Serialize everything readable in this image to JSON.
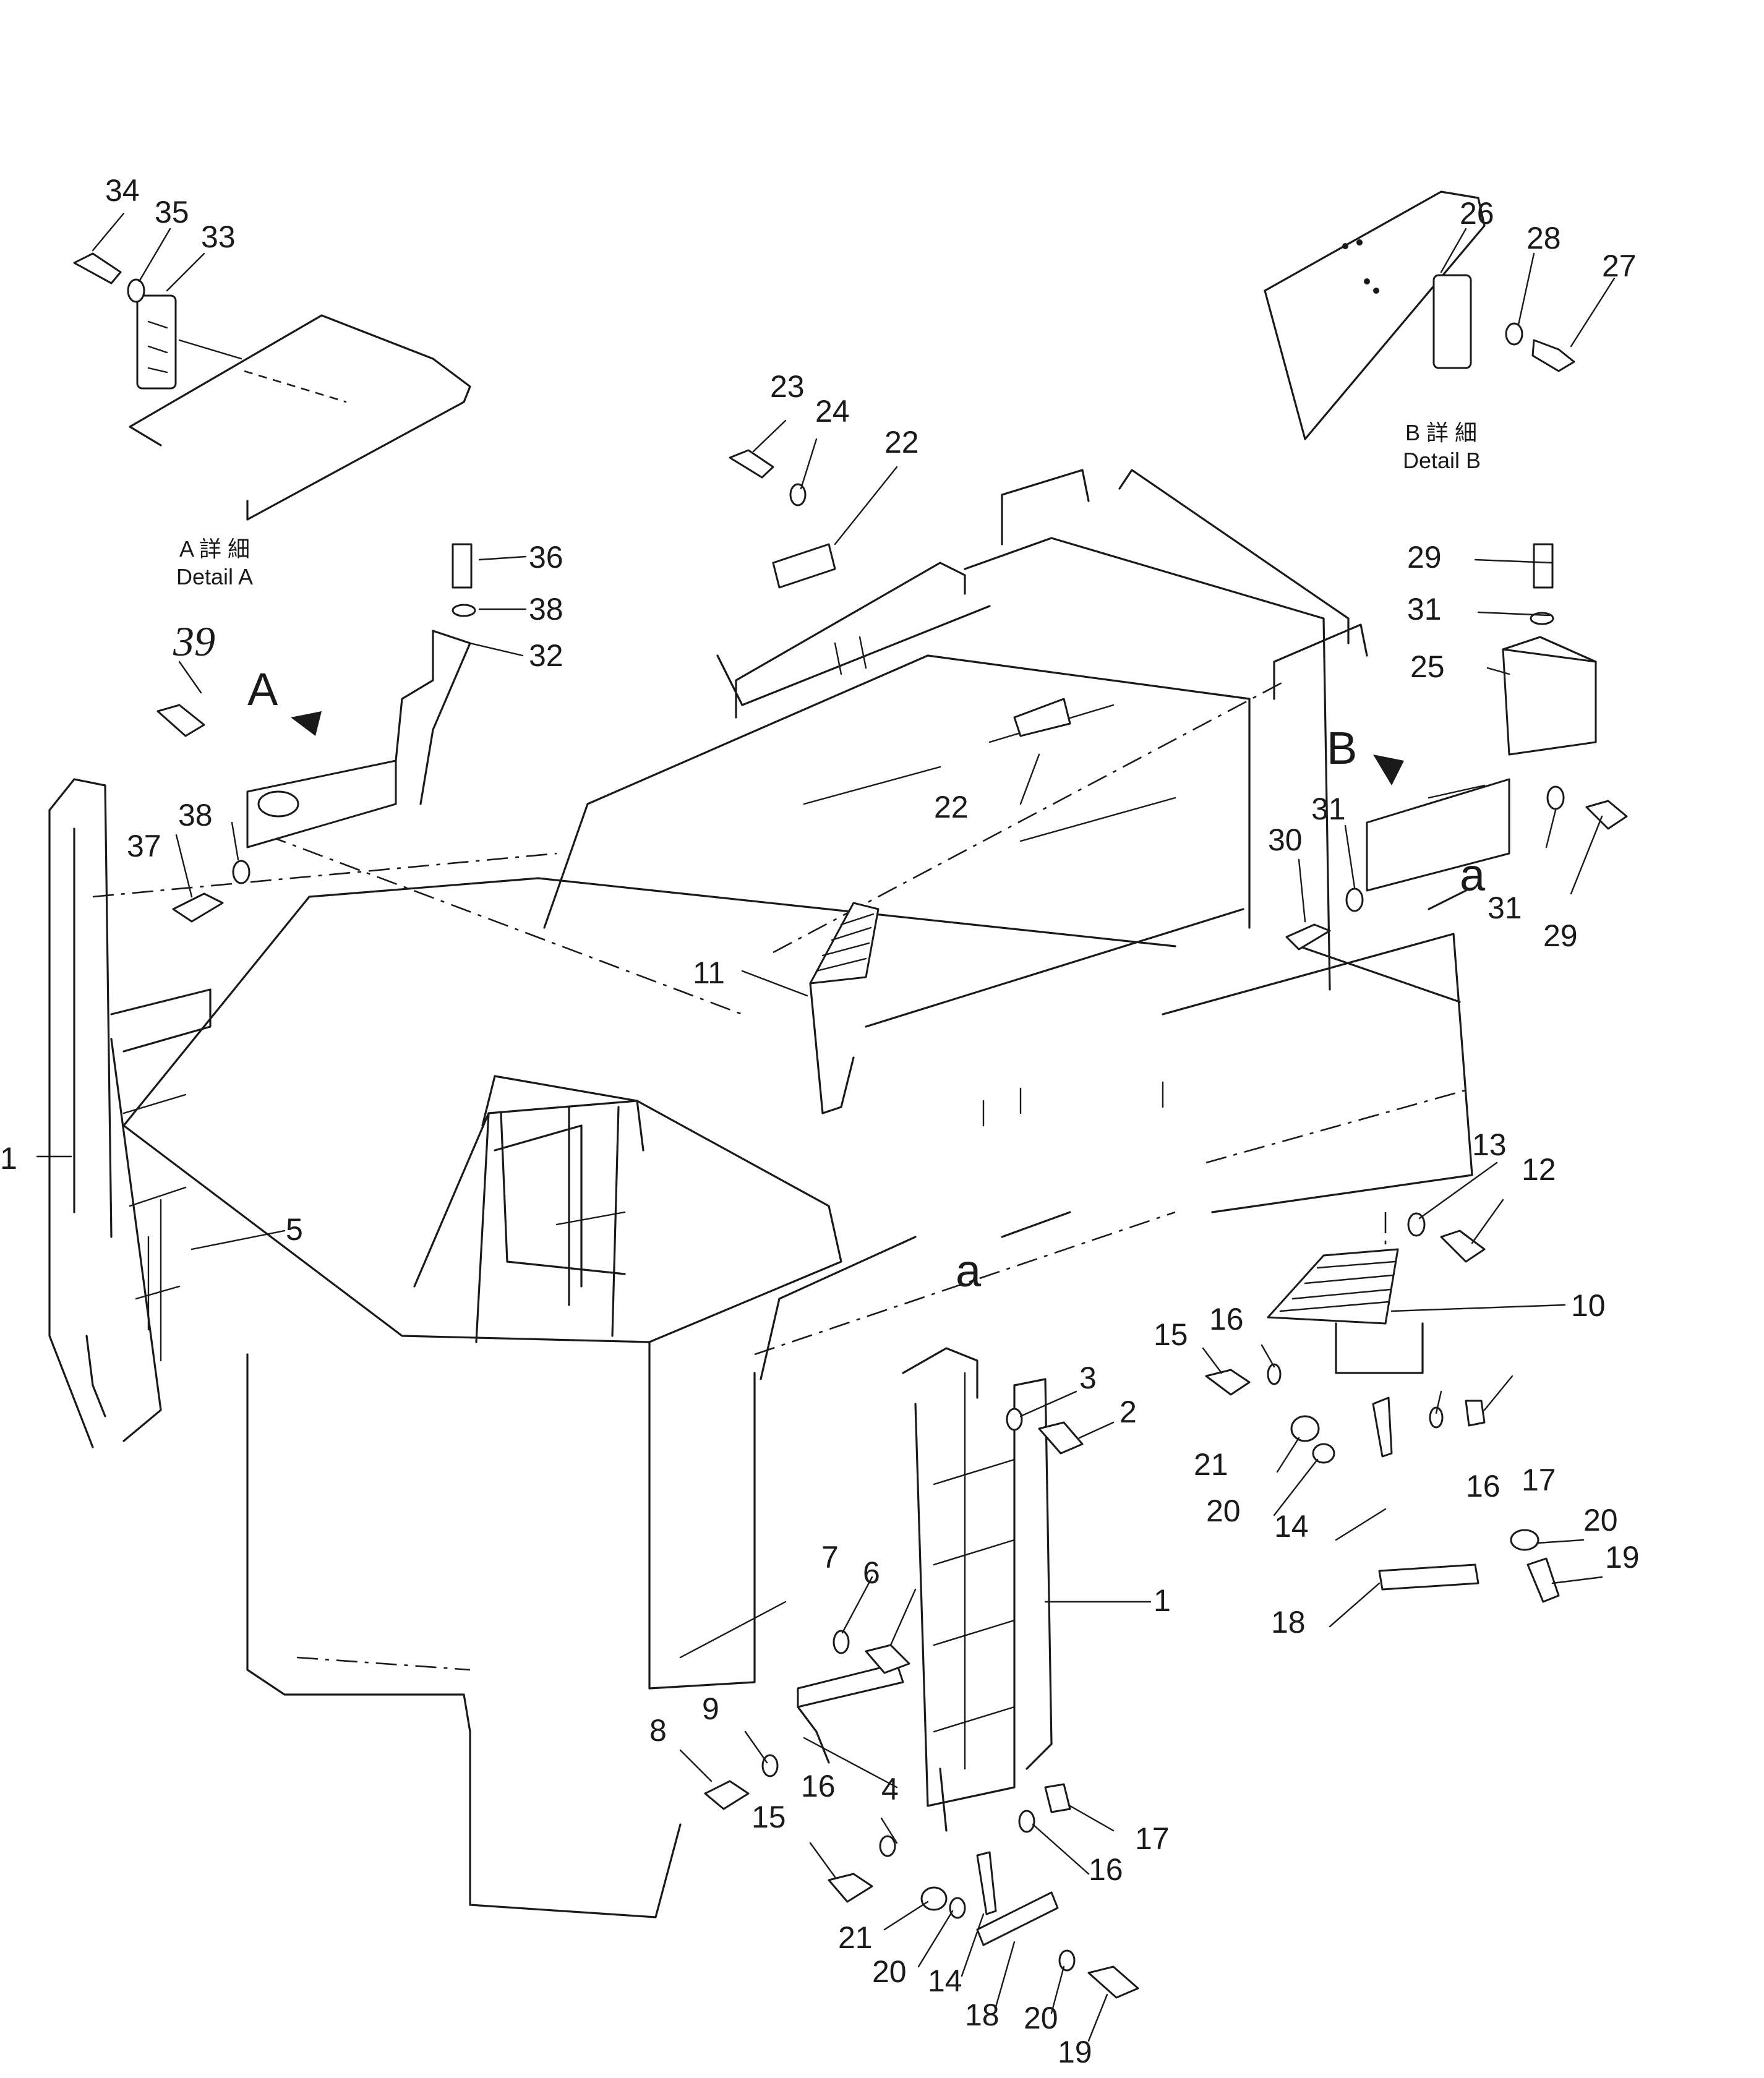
{
  "callouts": [
    {
      "id": "1",
      "text": "1"
    },
    {
      "id": "2",
      "text": "2"
    },
    {
      "id": "3",
      "text": "3"
    },
    {
      "id": "4",
      "text": "4"
    },
    {
      "id": "5",
      "text": "5"
    },
    {
      "id": "6",
      "text": "6"
    },
    {
      "id": "7",
      "text": "7"
    },
    {
      "id": "8",
      "text": "8"
    },
    {
      "id": "9",
      "text": "9"
    },
    {
      "id": "10",
      "text": "10"
    },
    {
      "id": "11",
      "text": "11"
    },
    {
      "id": "12",
      "text": "12"
    },
    {
      "id": "13",
      "text": "13"
    },
    {
      "id": "14",
      "text": "14"
    },
    {
      "id": "15",
      "text": "15"
    },
    {
      "id": "16",
      "text": "16"
    },
    {
      "id": "17",
      "text": "17"
    },
    {
      "id": "18",
      "text": "18"
    },
    {
      "id": "19",
      "text": "19"
    },
    {
      "id": "20",
      "text": "20"
    },
    {
      "id": "21",
      "text": "21"
    },
    {
      "id": "22",
      "text": "22"
    },
    {
      "id": "23",
      "text": "23"
    },
    {
      "id": "24",
      "text": "24"
    },
    {
      "id": "25",
      "text": "25"
    },
    {
      "id": "26",
      "text": "26"
    },
    {
      "id": "27",
      "text": "27"
    },
    {
      "id": "28",
      "text": "28"
    },
    {
      "id": "29",
      "text": "29"
    },
    {
      "id": "30",
      "text": "30"
    },
    {
      "id": "31",
      "text": "31"
    },
    {
      "id": "32",
      "text": "32"
    },
    {
      "id": "33",
      "text": "33"
    },
    {
      "id": "34",
      "text": "34"
    },
    {
      "id": "35",
      "text": "35"
    },
    {
      "id": "36",
      "text": "36"
    },
    {
      "id": "37",
      "text": "37"
    },
    {
      "id": "38",
      "text": "38"
    },
    {
      "id": "39",
      "text": "39"
    }
  ],
  "view_markers": {
    "a": "A",
    "b": "B",
    "sub_a": "a"
  },
  "detail_a": {
    "kanji": "A 詳 細",
    "label": "Detail A"
  },
  "detail_b": {
    "kanji": "B 詳 細",
    "label": "Detail B"
  }
}
